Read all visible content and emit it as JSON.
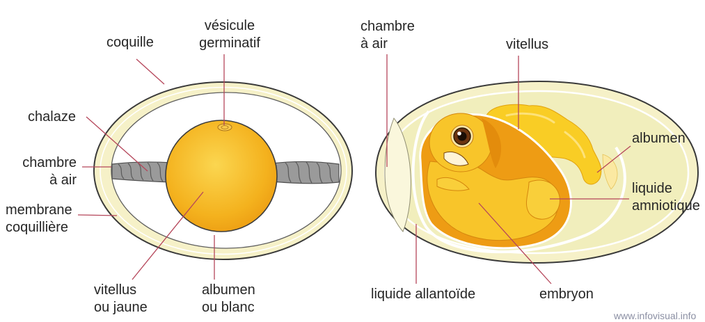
{
  "left_egg": {
    "shell": "coquille",
    "germinal_vesicle": [
      "vésicule",
      "germinatif"
    ],
    "chalaza": "chalaze",
    "air_chamber": [
      "chambre",
      "à air"
    ],
    "shell_membrane": [
      "membrane",
      "coquillière"
    ],
    "yolk": [
      "vitellus",
      "ou jaune"
    ],
    "albumen": [
      "albumen",
      "ou blanc"
    ]
  },
  "right_egg": {
    "air_chamber": [
      "chambre",
      "à air"
    ],
    "vitellus": "vitellus",
    "albumen": "albumen",
    "amniotic_fluid": [
      "liquide",
      "amniotique"
    ],
    "allantoic_fluid": "liquide allantoïde",
    "embryo": "embryon"
  },
  "watermark": "www.infovisual.info",
  "colors": {
    "leader_line": "#b5465a",
    "shell": "#f6f1c8",
    "yolk": "#f4b21e",
    "chalaza": "#9a9a9a",
    "embryo": "#f8c52a",
    "vitellus": "#f9cd25",
    "amnion": "#ee9c14"
  }
}
